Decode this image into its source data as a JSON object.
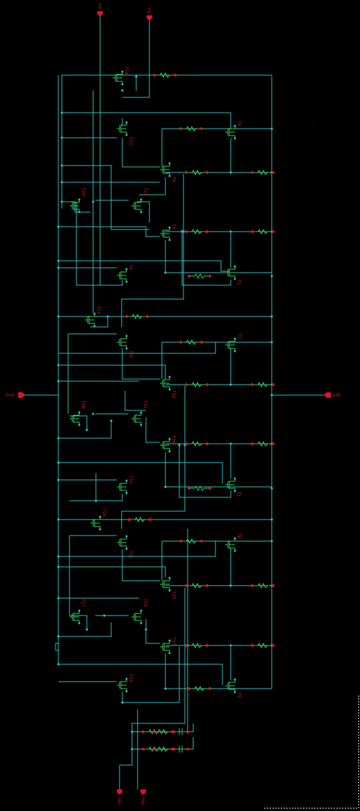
{
  "app": {
    "name": "schematic editor",
    "view": "canvas"
  },
  "colors": {
    "background": "#000000",
    "wire": "#29c4c4",
    "device": "#2fd15a",
    "pin": "#e0112d",
    "label": "#e0112d",
    "grid": "#4a4a4a"
  },
  "ports": {
    "vin": "Vin",
    "vip": "Vip",
    "gnd": "Gnd",
    "vdd": "Vdd",
    "von": "Von",
    "vop": "Vop"
  },
  "transistors": {
    "t18": "T18",
    "t23": "T23",
    "t6": "T6",
    "t9": "T9",
    "t24": "T24",
    "t21": "T21",
    "t3": "T3",
    "t4": "T4",
    "t2": "T2",
    "t19": "T19",
    "t30": "T30",
    "t7": "T7",
    "t34": "T34",
    "t28": "T28",
    "t22": "T22",
    "t36": "T36",
    "t32": "T32",
    "t1": "T1",
    "t20": "T20",
    "t31": "T31",
    "t8": "T8",
    "t35": "T35",
    "t27": "T27",
    "t25": "T25",
    "t37": "T37",
    "t33": "T33",
    "t5": "T5"
  },
  "device_icons": [
    "nmos-icon",
    "pmos-icon",
    "resistor-icon",
    "capacitor-icon",
    "pin-icon"
  ]
}
